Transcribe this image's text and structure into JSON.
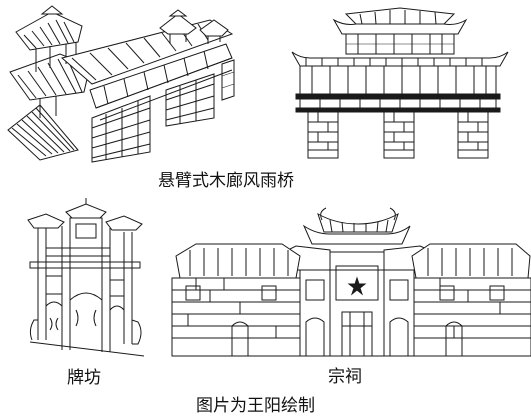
{
  "captions": {
    "bridge": "悬臂式木廊风雨桥",
    "archway": "牌坊",
    "ancestral_hall": "宗祠",
    "credit": "图片为王阳绘制"
  }
}
